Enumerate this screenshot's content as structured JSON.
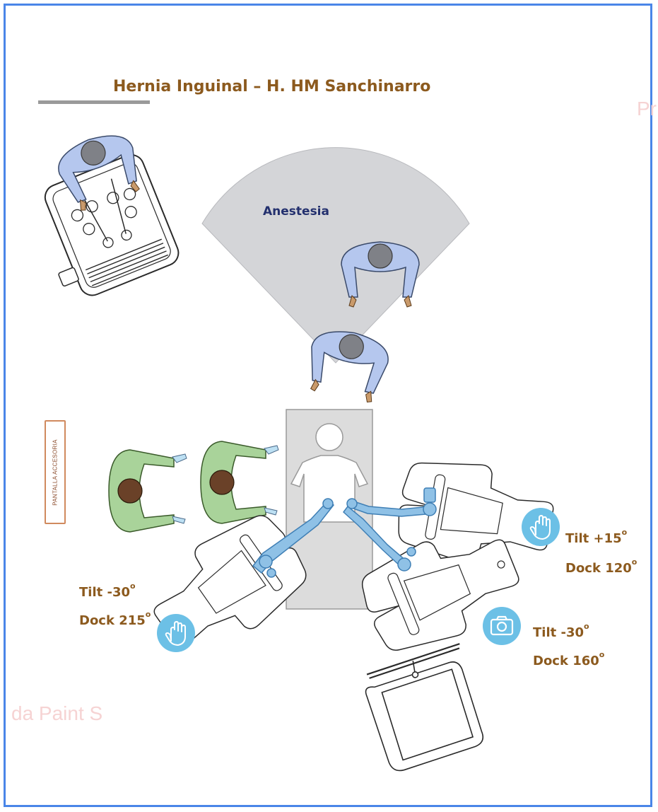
{
  "title": "Hernia Inguinal – H. HM Sanchinarro",
  "zone_label": "Anestesia",
  "accessory_screen_label": "PANTALLA ACCESORIA",
  "watermark_right": "Pr",
  "watermark_left": "da Paint S",
  "arms": [
    {
      "id": "left",
      "icon": "hand-icon",
      "tilt_label": "Tilt -30",
      "dock_label": "Dock 215",
      "degree": "o"
    },
    {
      "id": "right-upper",
      "icon": "hand-icon",
      "tilt_label": "Tilt +15",
      "dock_label": "Dock 120",
      "degree": "o"
    },
    {
      "id": "right-lower",
      "icon": "camera-icon",
      "tilt_label": "Tilt -30",
      "dock_label": "Dock 160",
      "degree": "o"
    }
  ],
  "colors": {
    "title": "#8c5a1e",
    "zone_label": "#23306e",
    "frame": "#4a86e8",
    "anesthesia_zone": "#d4d5d8",
    "surgeon_gown": "#b5c7ee",
    "assistant_gown": "#a9d39a",
    "robot_arm": "#8fc1e6",
    "icon_badge": "#6cc0e6"
  }
}
